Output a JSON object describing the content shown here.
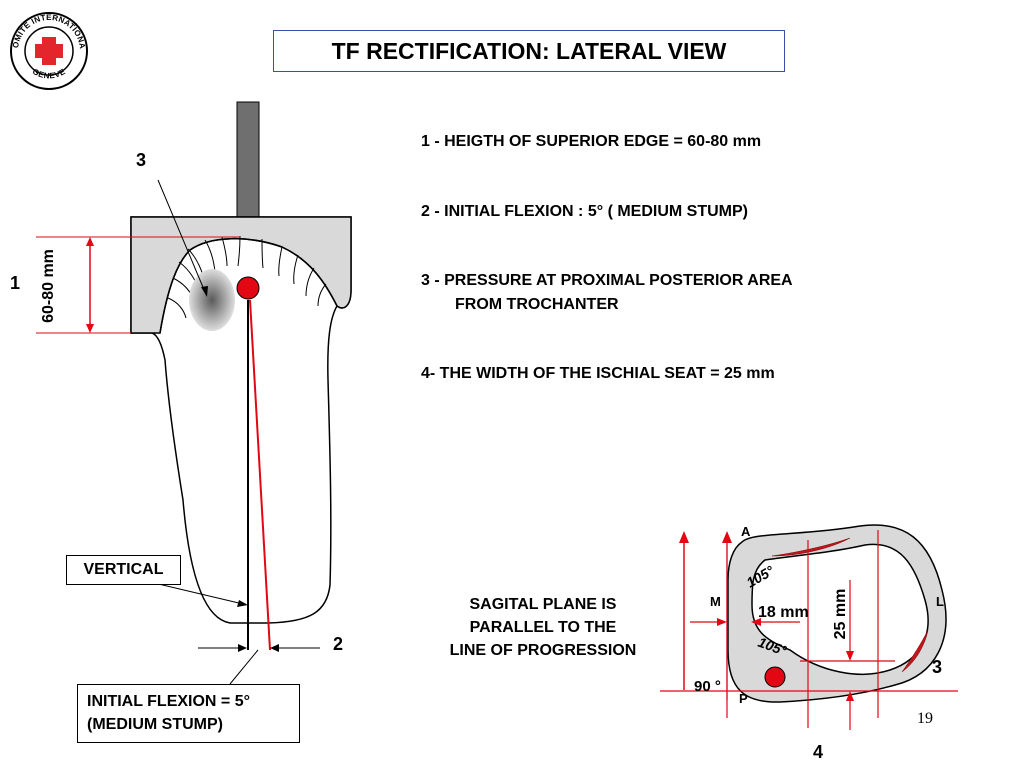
{
  "logo": {
    "text_top": "COMITE INTERNATIONAL",
    "text_bottom": "GENEVE",
    "color": "#e2262b"
  },
  "title": "TF RECTIFICATION: LATERAL VIEW",
  "notes": [
    {
      "lines": [
        "1 - HEIGTH OF SUPERIOR EDGE = 60-80 mm"
      ]
    },
    {
      "lines": [
        "2 - INITIAL FLEXION : 5° ( MEDIUM STUMP)"
      ]
    },
    {
      "lines": [
        "3 - PRESSURE AT PROXIMAL POSTERIOR AREA",
        "FROM TROCHANTER"
      ]
    },
    {
      "lines": [
        "4- THE WIDTH OF THE ISCHIAL SEAT = 25 mm"
      ]
    }
  ],
  "lateral_view": {
    "label_1": "1",
    "label_3": "3",
    "label_2": "2",
    "height_dim": "60-80 mm",
    "vertical_label": "VERTICAL",
    "flexion_box": [
      "INITIAL FLEXION = 5°",
      "(MEDIUM STUMP)"
    ]
  },
  "sagittal_text": [
    "SAGITAL PLANE IS",
    "PARALLEL TO THE",
    "LINE OF PROGRESSION"
  ],
  "cross_section": {
    "label_A": "A",
    "label_M": "M",
    "label_L": "L",
    "label_P": "P",
    "angle_top": "105°",
    "angle_bottom": "105°",
    "width_18": "18 mm",
    "depth_25": "25 mm",
    "angle_90": "90 °",
    "label_3": "3",
    "label_4": "4"
  },
  "page_number": "19",
  "colors": {
    "accent_red": "#e30613",
    "socket_gray": "#d9d9d9",
    "pole_gray": "#6f6f6f",
    "title_border": "#3a4fa8"
  }
}
